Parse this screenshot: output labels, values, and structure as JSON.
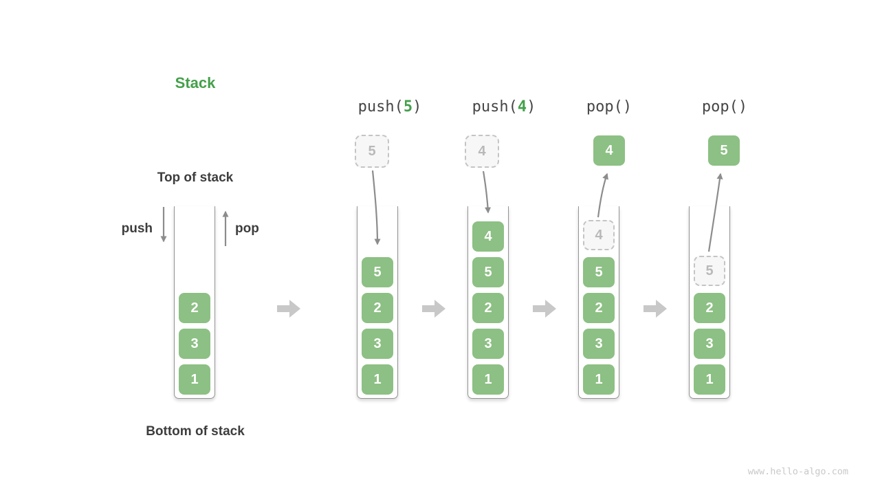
{
  "title": "Stack",
  "labels": {
    "top": "Top of stack",
    "bottom": "Bottom of stack",
    "push": "push",
    "pop": "pop"
  },
  "watermark": "www.hello-algo.com",
  "colors": {
    "green_fill": "#8dc084",
    "green_text": "#44a04a",
    "dark_text": "#3d3d3d",
    "ghost_border": "#c4c4c4",
    "ghost_text": "#b9b9b9",
    "thin_arrow": "#8c8c8c",
    "block_arrow": "#c8c8c8",
    "container_border": "#949494",
    "watermark_text": "#c9c9c9"
  },
  "operations": [
    {
      "prefix": "push(",
      "arg": "5",
      "suffix": ")"
    },
    {
      "prefix": "push(",
      "arg": "4",
      "suffix": ")"
    },
    {
      "prefix": "pop()",
      "arg": "",
      "suffix": ""
    },
    {
      "prefix": "pop()",
      "arg": "",
      "suffix": ""
    }
  ],
  "floating": [
    {
      "value": "5",
      "style": "ghost"
    },
    {
      "value": "4",
      "style": "ghost"
    },
    {
      "value": "4",
      "style": "solid"
    },
    {
      "value": "5",
      "style": "solid"
    }
  ],
  "stacks": [
    {
      "items": [
        {
          "value": "2",
          "style": "solid"
        },
        {
          "value": "3",
          "style": "solid"
        },
        {
          "value": "1",
          "style": "solid"
        }
      ]
    },
    {
      "items": [
        {
          "value": "5",
          "style": "solid"
        },
        {
          "value": "2",
          "style": "solid"
        },
        {
          "value": "3",
          "style": "solid"
        },
        {
          "value": "1",
          "style": "solid"
        }
      ]
    },
    {
      "items": [
        {
          "value": "4",
          "style": "solid"
        },
        {
          "value": "5",
          "style": "solid"
        },
        {
          "value": "2",
          "style": "solid"
        },
        {
          "value": "3",
          "style": "solid"
        },
        {
          "value": "1",
          "style": "solid"
        }
      ]
    },
    {
      "items": [
        {
          "value": "4",
          "style": "ghost"
        },
        {
          "value": "5",
          "style": "solid"
        },
        {
          "value": "2",
          "style": "solid"
        },
        {
          "value": "3",
          "style": "solid"
        },
        {
          "value": "1",
          "style": "solid"
        }
      ]
    },
    {
      "items": [
        {
          "value": "5",
          "style": "ghost"
        },
        {
          "value": "2",
          "style": "solid"
        },
        {
          "value": "3",
          "style": "solid"
        },
        {
          "value": "1",
          "style": "solid"
        }
      ]
    }
  ]
}
